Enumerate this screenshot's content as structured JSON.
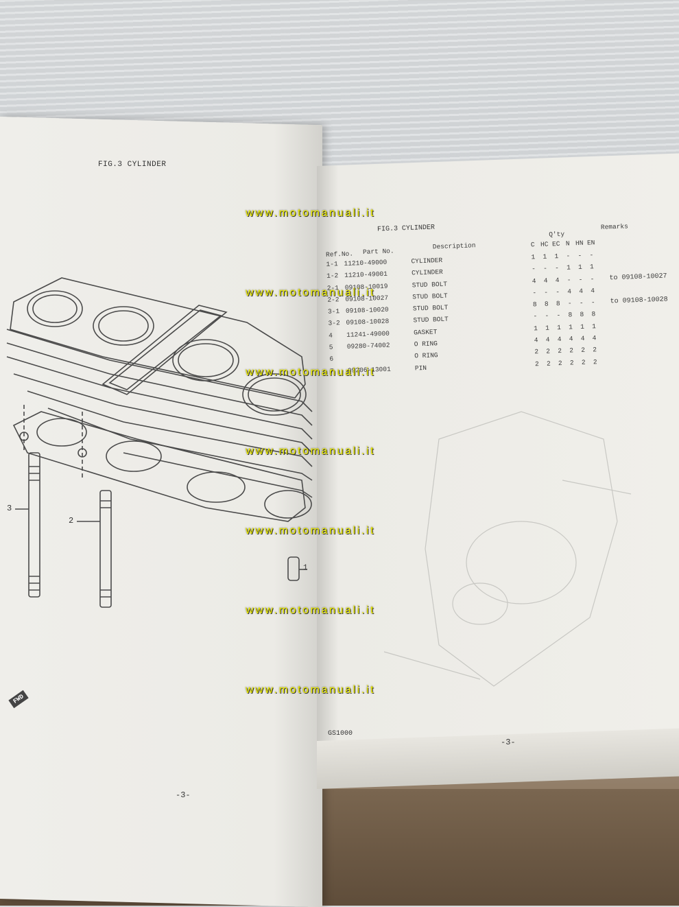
{
  "left_page": {
    "figure_title": "FIG.3  CYLINDER",
    "callouts": [
      "3",
      "2",
      "1"
    ],
    "fwd_label": "FWD",
    "page_number": "-3-"
  },
  "right_page": {
    "figure_title": "FIG.3  CYLINDER",
    "headers": {
      "ref": "Ref.No.",
      "part": "Part  No.",
      "description": "Description",
      "qty": "Q'ty",
      "remarks": "Remarks",
      "models": [
        "C",
        "HC",
        "EC",
        "N",
        "HN",
        "EN"
      ]
    },
    "rows": [
      {
        "ref": "1-1",
        "part": "11210-49000",
        "desc": "CYLINDER",
        "qty": [
          "1",
          "1",
          "1",
          "-",
          "-",
          "-"
        ],
        "remark": ""
      },
      {
        "ref": "1-2",
        "part": "11210-49001",
        "desc": "CYLINDER",
        "qty": [
          "-",
          "-",
          "-",
          "1",
          "1",
          "1"
        ],
        "remark": ""
      },
      {
        "ref": "2-1",
        "part": "09108-10019",
        "desc": "STUD BOLT",
        "qty": [
          "4",
          "4",
          "4",
          "-",
          "-",
          "-"
        ],
        "remark": "to 09108-10027"
      },
      {
        "ref": "2-2",
        "part": "09108-10027",
        "desc": "STUD BOLT",
        "qty": [
          "-",
          "-",
          "-",
          "4",
          "4",
          "4"
        ],
        "remark": ""
      },
      {
        "ref": "3-1",
        "part": "09108-10020",
        "desc": "STUD BOLT",
        "qty": [
          "8",
          "8",
          "8",
          "-",
          "-",
          "-"
        ],
        "remark": "to 09108-10028"
      },
      {
        "ref": "3-2",
        "part": "09108-10028",
        "desc": "STUD BOLT",
        "qty": [
          "-",
          "-",
          "-",
          "8",
          "8",
          "8"
        ],
        "remark": ""
      },
      {
        "ref": "4",
        "part": "11241-49000",
        "desc": "GASKET",
        "qty": [
          "1",
          "1",
          "1",
          "1",
          "1",
          "1"
        ],
        "remark": ""
      },
      {
        "ref": "5",
        "part": "09280-74002",
        "desc": "O RING",
        "qty": [
          "4",
          "4",
          "4",
          "4",
          "4",
          "4"
        ],
        "remark": ""
      },
      {
        "ref": "6",
        "part": "",
        "desc": "O RING",
        "qty": [
          "2",
          "2",
          "2",
          "2",
          "2",
          "2"
        ],
        "remark": ""
      },
      {
        "ref": "7",
        "part": "09206-13001",
        "desc": "PIN",
        "qty": [
          "2",
          "2",
          "2",
          "2",
          "2",
          "2"
        ],
        "remark": ""
      }
    ],
    "model_label": "GS1000",
    "page_number": "-3-"
  },
  "watermark_text": "www.motomanuali.it"
}
